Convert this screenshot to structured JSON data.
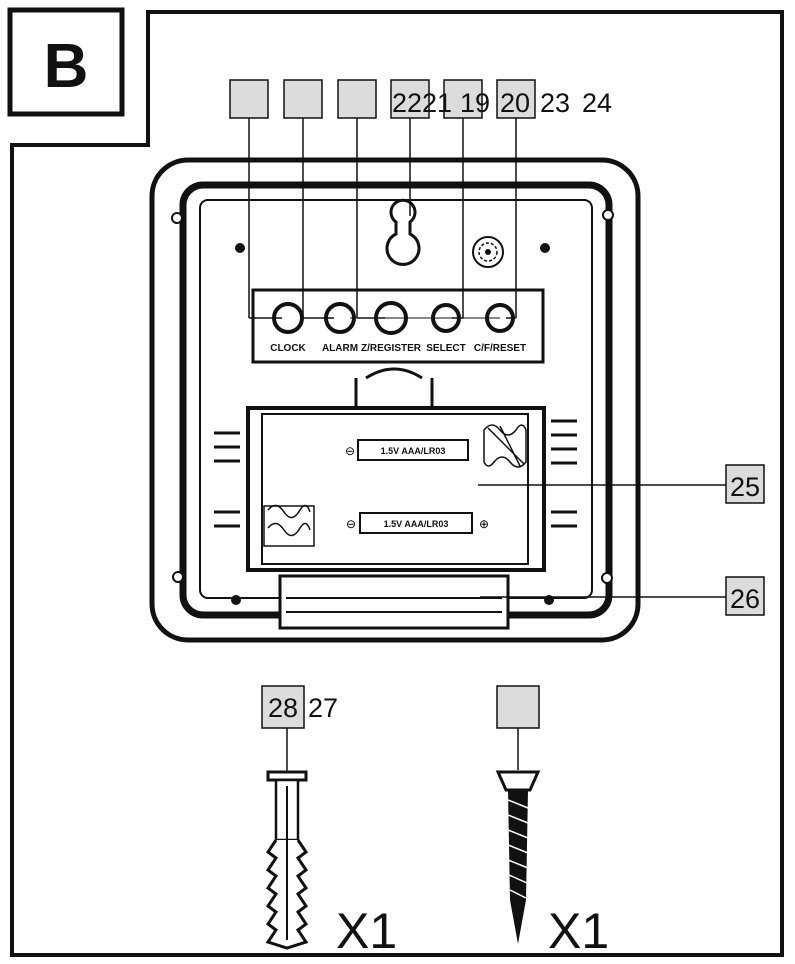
{
  "section_label": "B",
  "callouts_top": [
    "22",
    "21",
    "19",
    "20",
    "23",
    "24"
  ],
  "callouts_right": [
    "25",
    "26"
  ],
  "callouts_bottom": [
    "28",
    "27"
  ],
  "buttons": [
    "CLOCK",
    "ALARM",
    "Z/REGISTER",
    "SELECT",
    "C/F/RESET"
  ],
  "battery_labels": [
    "1.5V AAA/LR03",
    "1.5V AAA/LR03"
  ],
  "quantities": [
    "X1",
    "X1"
  ],
  "colors": {
    "callout_box": "#dcdcdc",
    "line": "#111111",
    "background": "#ffffff"
  }
}
